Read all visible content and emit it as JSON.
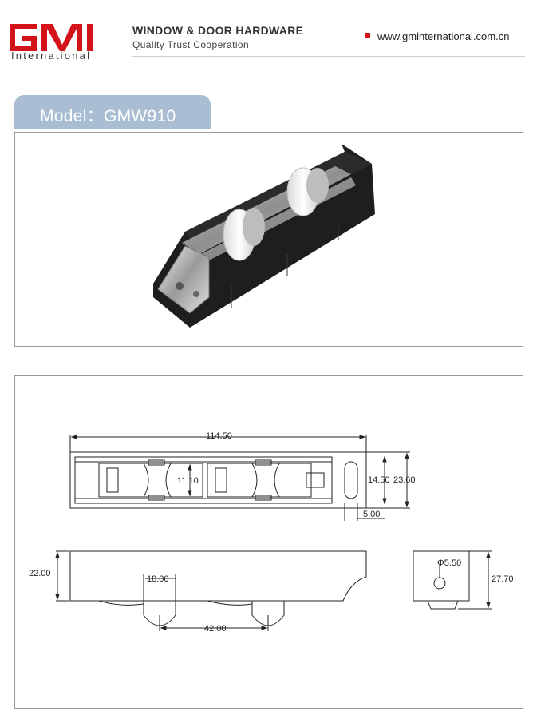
{
  "brand": {
    "logo_letters": "GMI",
    "name_word": "International",
    "red": "#d3121a"
  },
  "header": {
    "tagline_main": "WINDOW & DOOR HARDWARE",
    "tagline_sub": "Quality  Trust  Cooperation",
    "website": "www.gminternational.com.cn"
  },
  "model": {
    "label": "Model：GMW910",
    "tab_color": "#a9bdd3"
  },
  "drawing": {
    "dims": {
      "overall_length": "114.50",
      "wheel_width": "11.10",
      "inner_width": "14.50",
      "overall_width": "23.60",
      "hole_offset": "5.00",
      "height": "22.00",
      "wheel_edge": "18.00",
      "wheel_spacing": "42.00",
      "hole_diameter": "Φ5.50",
      "total_height": "27.70"
    }
  }
}
